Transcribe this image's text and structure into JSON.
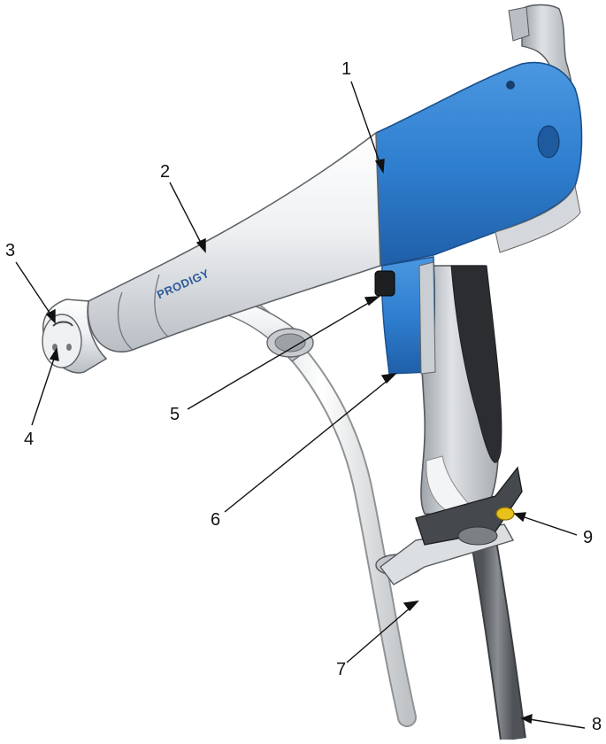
{
  "callouts": [
    "1",
    "2",
    "3",
    "4",
    "5",
    "6",
    "7",
    "8",
    "9"
  ],
  "brand_text": "PRODIGY",
  "colors": {
    "body_blue": "#2f7fd0",
    "barrel_white": "#e9ecef",
    "handle_grey": "#c9cdd2",
    "cable_dark": "#6b6e72",
    "hose_white": "#f1f2f2",
    "led_yellow": "#e8c21a"
  }
}
